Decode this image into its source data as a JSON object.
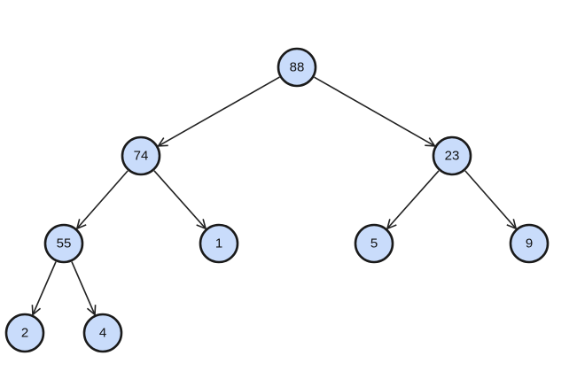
{
  "tree": {
    "nodes": [
      {
        "id": "n88",
        "label": "88"
      },
      {
        "id": "n74",
        "label": "74"
      },
      {
        "id": "n23",
        "label": "23"
      },
      {
        "id": "n55",
        "label": "55"
      },
      {
        "id": "n1",
        "label": "1"
      },
      {
        "id": "n5",
        "label": "5"
      },
      {
        "id": "n9",
        "label": "9"
      },
      {
        "id": "n2",
        "label": "2"
      },
      {
        "id": "n4",
        "label": "4"
      }
    ],
    "edges": [
      {
        "from": "n88",
        "to": "n74"
      },
      {
        "from": "n88",
        "to": "n23"
      },
      {
        "from": "n74",
        "to": "n55"
      },
      {
        "from": "n74",
        "to": "n1"
      },
      {
        "from": "n23",
        "to": "n5"
      },
      {
        "from": "n23",
        "to": "n9"
      },
      {
        "from": "n55",
        "to": "n2"
      },
      {
        "from": "n55",
        "to": "n4"
      }
    ],
    "colors": {
      "node_fill": "#c9dcfb",
      "node_stroke": "#1a1a1a",
      "edge": "#222222"
    }
  }
}
